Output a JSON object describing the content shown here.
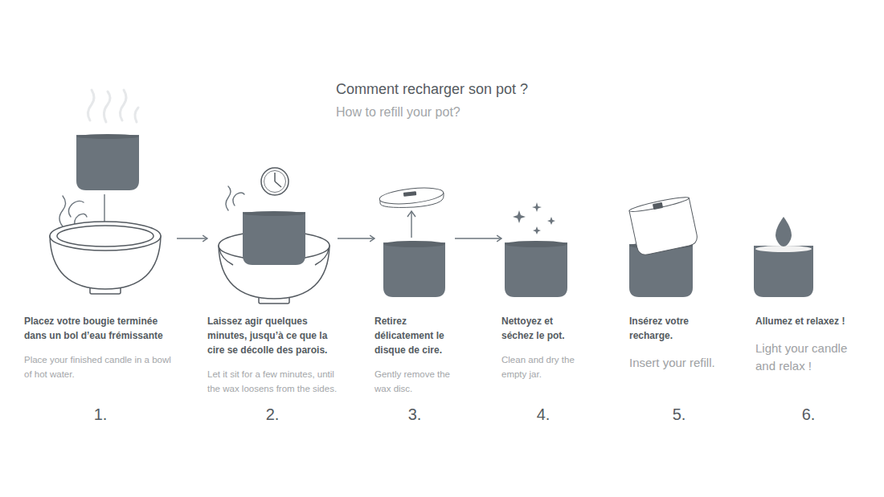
{
  "diagram": {
    "title": "Comment recharger son pot ?",
    "nodes": [
      {
        "text": [
          "Placez votre bougie terminée dans un bol d’eau frémissante",
          "Place your finished candle in a bowl of hot water.",
          "1."
        ]
      },
      {
        "text": [
          "Laissez agir quelques minutes, jusqu’à ce que la cire se décolle des parois.",
          "Let it sit for a few minutes, until the wax loosens from the sides.",
          "2."
        ]
      },
      {
        "text": [
          "Retirez délicatement le disque de cire.",
          "Gently remove the wax disc.",
          "3."
        ]
      },
      {
        "text": [
          "Nettoyez et séchez le pot.",
          "Clean and dry the empty jar.",
          "4."
        ]
      },
      {
        "text": [
          "Insérez votre recharge.",
          "Insert your refill.",
          "5."
        ]
      },
      {
        "text": [
          "Allumez et relaxez !",
          "Light your candle and relax !",
          "6."
        ]
      }
    ],
    "edges": [
      {
        "from": 0,
        "to": 1,
        "arrow": "to"
      },
      {
        "from": 1,
        "to": 2,
        "arrow": "to"
      },
      {
        "from": 2,
        "to": 3,
        "arrow": "to"
      }
    ],
    "labels": [
      "How to refill your pot?"
    ]
  }
}
